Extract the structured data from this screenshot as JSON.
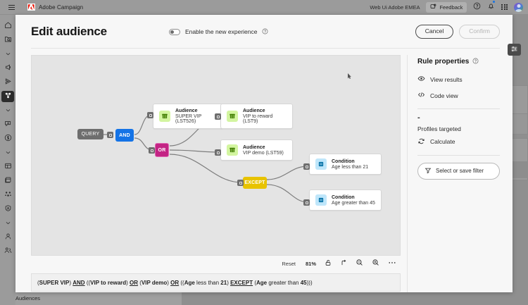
{
  "topbar": {
    "menu_icon": "hamburger-icon",
    "brand": "Adobe Campaign",
    "tenant": "Web Ui Adobe EMEA",
    "feedback": "Feedback",
    "help_icon": "help-circle-icon",
    "bell_icon": "bell-icon",
    "apps_icon": "app-grid-icon",
    "avatar_icon": "user-avatar"
  },
  "rail": {
    "items": [
      {
        "name": "home",
        "icon": "home-icon"
      },
      {
        "name": "explore",
        "icon": "folder-search-icon"
      },
      {
        "name": "chevron-1",
        "icon": "chevron-down-icon"
      },
      {
        "name": "campaigns",
        "icon": "megaphone-icon"
      },
      {
        "name": "journeys",
        "icon": "paper-plane-icon"
      },
      {
        "name": "audiences",
        "icon": "segments-icon"
      },
      {
        "name": "chevron-2",
        "icon": "chevron-down-icon"
      },
      {
        "name": "decisioning",
        "icon": "offer-bolt-icon"
      },
      {
        "name": "offers",
        "icon": "dollar-circle-icon"
      },
      {
        "name": "chevron-3",
        "icon": "chevron-down-icon"
      },
      {
        "name": "schemas",
        "icon": "data-table-icon"
      },
      {
        "name": "datasets",
        "icon": "layers-icon"
      },
      {
        "name": "identities",
        "icon": "identity-graph-icon"
      },
      {
        "name": "privacy",
        "icon": "shield-user-icon"
      },
      {
        "name": "chevron-4",
        "icon": "chevron-down-icon"
      },
      {
        "name": "profiles",
        "icon": "person-icon"
      },
      {
        "name": "audiences-bottom",
        "icon": "audience-people-icon"
      }
    ]
  },
  "statusbar": {
    "label": "Audiences",
    "icon": "audience-people-icon"
  },
  "modal": {
    "title": "Edit audience",
    "toggle_label": "Enable the new experience",
    "toggle_state": "off",
    "help_icon": "help-circle-icon",
    "cancel_label": "Cancel",
    "confirm_label": "Confirm"
  },
  "canvas": {
    "nodes": [
      {
        "id": "query",
        "type": "chip",
        "label": "QUERY",
        "color": "#6e6e6e"
      },
      {
        "id": "and",
        "type": "chip",
        "label": "AND",
        "color": "#1473e6"
      },
      {
        "id": "or",
        "type": "chip",
        "label": "OR",
        "color": "#c32484"
      },
      {
        "id": "except",
        "type": "chip",
        "label": "EXCEPT",
        "color": "#e8c300"
      },
      {
        "id": "aud1",
        "type": "card",
        "kind": "Audience",
        "title": "SUPER VIP (LST526)",
        "badge": "audience-icon"
      },
      {
        "id": "aud2",
        "type": "card",
        "kind": "Audience",
        "title": "VIP to reward (LST9)",
        "badge": "audience-icon"
      },
      {
        "id": "aud3",
        "type": "card",
        "kind": "Audience",
        "title": "VIP demo (LST59)",
        "badge": "audience-icon"
      },
      {
        "id": "cond1",
        "type": "card",
        "kind": "Condition",
        "title": "Age less than 21",
        "badge": "condition-icon"
      },
      {
        "id": "cond2",
        "type": "card",
        "kind": "Condition",
        "title": "Age greater than 45",
        "badge": "condition-icon"
      }
    ],
    "toolbar": {
      "reset": "Reset",
      "zoom_level": "81%",
      "lock_icon": "unlock-icon",
      "rearrange_icon": "reflow-arrow-icon",
      "zoom_out_icon": "zoom-out-icon",
      "zoom_in_icon": "zoom-in-icon",
      "more_icon": "more-ellipsis-icon"
    },
    "expression": {
      "parts": [
        {
          "t": "(",
          "s": "p"
        },
        {
          "t": "SUPER VIP",
          "s": "b"
        },
        {
          "t": ") ",
          "s": "p"
        },
        {
          "t": "AND",
          "s": "u"
        },
        {
          "t": " ((",
          "s": "p"
        },
        {
          "t": "VIP to reward",
          "s": "b"
        },
        {
          "t": ") ",
          "s": "p"
        },
        {
          "t": "OR",
          "s": "u"
        },
        {
          "t": " (",
          "s": "p"
        },
        {
          "t": "VIP demo",
          "s": "b"
        },
        {
          "t": ") ",
          "s": "p"
        },
        {
          "t": "OR",
          "s": "u"
        },
        {
          "t": " ((",
          "s": "p"
        },
        {
          "t": "Age",
          "s": "b"
        },
        {
          "t": " less than ",
          "s": "p"
        },
        {
          "t": "21",
          "s": "b"
        },
        {
          "t": ") ",
          "s": "p"
        },
        {
          "t": "EXCEPT",
          "s": "u"
        },
        {
          "t": " (",
          "s": "p"
        },
        {
          "t": "Age",
          "s": "b"
        },
        {
          "t": " greater than ",
          "s": "p"
        },
        {
          "t": "45",
          "s": "b"
        },
        {
          "t": ")))",
          "s": "p"
        }
      ],
      "plain": "(SUPER VIP) AND ((VIP to reward) OR (VIP demo) OR ((Age less than 21) EXCEPT (Age greater than 45)))"
    }
  },
  "panel": {
    "title": "Rule properties",
    "help_icon": "help-circle-icon",
    "view_results": "View results",
    "view_results_icon": "eye-icon",
    "code_view": "Code view",
    "code_view_icon": "code-brackets-icon",
    "profiles_value": "-",
    "profiles_label": "Profiles targeted",
    "calculate": "Calculate",
    "calculate_icon": "refresh-icon",
    "filter_button": "Select or save filter",
    "filter_icon": "funnel-icon"
  },
  "prop_toggle": {
    "icon": "sliders-icon"
  }
}
